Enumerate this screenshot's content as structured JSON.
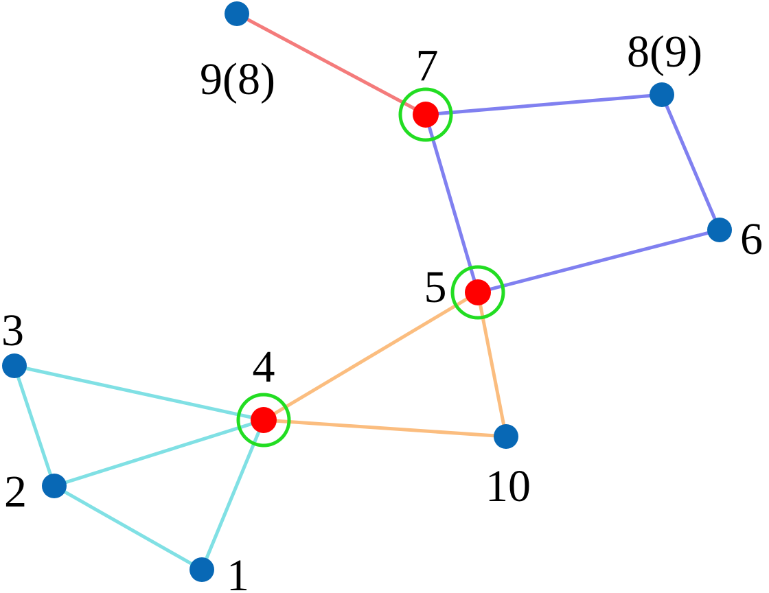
{
  "colors": {
    "node": "#0868b5",
    "cut_vertex": "#ff0000",
    "cut_ring": "#22dd22",
    "component_a": "#80e0e4",
    "component_b": "#fbbd7f",
    "component_c": "#8080f0",
    "component_d": "#f47b7b"
  },
  "nodes": [
    {
      "id": "n1",
      "label": "1",
      "cut": false
    },
    {
      "id": "n2",
      "label": "2",
      "cut": false
    },
    {
      "id": "n3",
      "label": "3",
      "cut": false
    },
    {
      "id": "n4",
      "label": "4",
      "cut": true
    },
    {
      "id": "n5",
      "label": "5",
      "cut": true
    },
    {
      "id": "n6",
      "label": "6",
      "cut": false
    },
    {
      "id": "n7",
      "label": "7",
      "cut": true
    },
    {
      "id": "n8",
      "label": "8(9)",
      "cut": false
    },
    {
      "id": "n9",
      "label": "9(8)",
      "cut": false
    },
    {
      "id": "n10",
      "label": "10",
      "cut": false
    }
  ],
  "edges": [
    {
      "from": "n3",
      "to": "n4",
      "group": "component_a"
    },
    {
      "from": "n3",
      "to": "n2",
      "group": "component_a"
    },
    {
      "from": "n2",
      "to": "n4",
      "group": "component_a"
    },
    {
      "from": "n2",
      "to": "n1",
      "group": "component_a"
    },
    {
      "from": "n1",
      "to": "n4",
      "group": "component_a"
    },
    {
      "from": "n4",
      "to": "n5",
      "group": "component_b"
    },
    {
      "from": "n4",
      "to": "n10",
      "group": "component_b"
    },
    {
      "from": "n5",
      "to": "n10",
      "group": "component_b"
    },
    {
      "from": "n7",
      "to": "n8",
      "group": "component_c"
    },
    {
      "from": "n8",
      "to": "n6",
      "group": "component_c"
    },
    {
      "from": "n6",
      "to": "n5",
      "group": "component_c"
    },
    {
      "from": "n5",
      "to": "n7",
      "group": "component_c"
    },
    {
      "from": "n9",
      "to": "n7",
      "group": "component_d"
    }
  ]
}
